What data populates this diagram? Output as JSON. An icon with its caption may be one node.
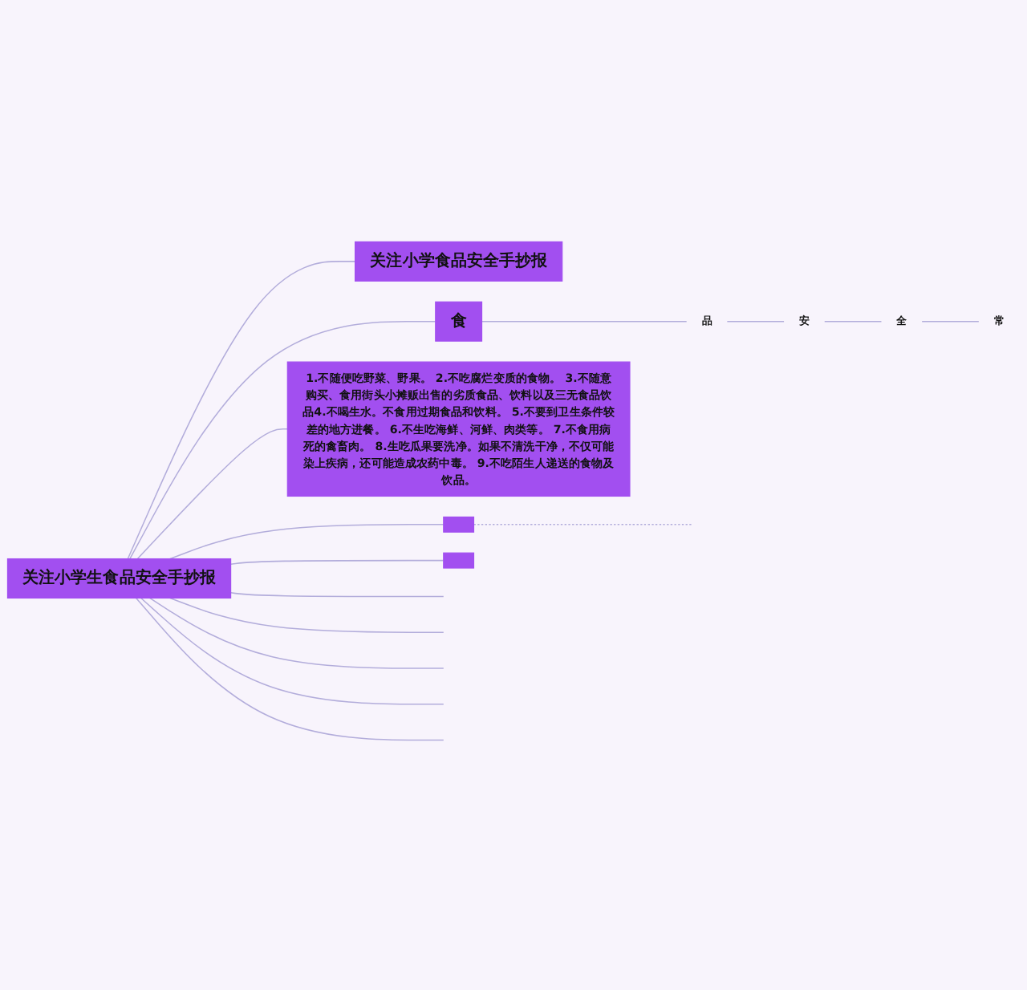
{
  "diagram": {
    "nodes": [
      {
        "text": [
          "关注小学生食品安全手抄报"
        ]
      },
      {
        "text": [
          "关注小学食品安全手抄报"
        ]
      },
      {
        "text": [
          "食"
        ]
      },
      {
        "text": [
          "品"
        ]
      },
      {
        "text": [
          "安"
        ]
      },
      {
        "text": [
          "全"
        ]
      },
      {
        "text": [
          "常"
        ]
      },
      {
        "text": [
          "1.不随便吃野菜、野果。 2.不吃腐烂变质的食物。 3.不随意购买、食用街头小摊贩出售的劣质食品、饮料以及三无食品饮品4.不喝生水。不食用过期食品和饮料。 5.不要到卫生条件较差的地方进餐。 6.不生吃海鲜、河鲜、肉类等。 7.不食用病死的禽畜肉。 8.生吃瓜果要洗净。如果不清洗干净，不仅可能染上疾病，还可能造成农药中毒。 9.不吃陌生人递送的食物及饮品。"
        ]
      },
      {
        "text": [],
        "shape": "box"
      },
      {
        "text": [],
        "shape": "box"
      }
    ],
    "edges": [
      {
        "from": 0,
        "to": 1,
        "arrow": "none"
      },
      {
        "from": 0,
        "to": 2,
        "arrow": "none"
      },
      {
        "from": 2,
        "to": 3,
        "arrow": "none"
      },
      {
        "from": 3,
        "to": 4,
        "arrow": "none"
      },
      {
        "from": 4,
        "to": 5,
        "arrow": "none"
      },
      {
        "from": 5,
        "to": 6,
        "arrow": "none"
      },
      {
        "from": 0,
        "to": 7,
        "arrow": "none"
      },
      {
        "from": 0,
        "to": 8,
        "arrow": "none"
      },
      {
        "from": 8,
        "to": null,
        "arrow": "none",
        "style": "dashed"
      },
      {
        "from": 0,
        "to": 9,
        "arrow": "none"
      },
      {
        "from": 0,
        "to": null,
        "arrow": "none"
      },
      {
        "from": 0,
        "to": null,
        "arrow": "none"
      },
      {
        "from": 0,
        "to": null,
        "arrow": "none"
      },
      {
        "from": 0,
        "to": null,
        "arrow": "none"
      },
      {
        "from": 0,
        "to": null,
        "arrow": "none"
      }
    ]
  }
}
